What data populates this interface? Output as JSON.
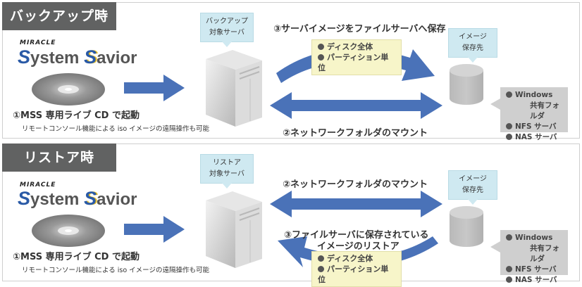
{
  "backup": {
    "header": "バックアップ時",
    "logo_top": "MIRACLE",
    "logo_system": "ystem",
    "logo_savior": "avior",
    "logo_S": "S",
    "step1": "①MSS 専用ライブ CD で起動",
    "step1_sub": "リモートコンソール機能による iso イメージの遠隔操作も可能",
    "server_bubble": [
      "バックアップ",
      "対象サーバ"
    ],
    "image_bubble": [
      "イメージ",
      "保存先"
    ],
    "step3": "③サーバイメージをファイルサーバへ保存",
    "step2": "②ネットワークフォルダのマウント",
    "units": [
      "ディスク全体",
      "パーティション単位"
    ],
    "storage": [
      "Windows",
      "共有フォルダ",
      "NFS サーバ",
      "NAS サーバ"
    ]
  },
  "restore": {
    "header": "リストア時",
    "logo_top": "MIRACLE",
    "logo_system": "ystem",
    "logo_savior": "avior",
    "logo_S": "S",
    "step1": "①MSS 専用ライブ CD で起動",
    "step1_sub": "リモートコンソール機能による iso イメージの遠隔操作も可能",
    "server_bubble": [
      "リストア",
      "対象サーバ"
    ],
    "image_bubble": [
      "イメージ",
      "保存先"
    ],
    "step2": "②ネットワークフォルダのマウント",
    "step3_line1": "③ファイルサーバに保存されている",
    "step3_line2": "イメージのリストア",
    "units": [
      "ディスク全体",
      "パーティション単位"
    ],
    "storage": [
      "Windows",
      "共有フォルダ",
      "NFS サーバ",
      "NAS サーバ"
    ]
  },
  "colors": {
    "arrow": "#4a72b8",
    "header": "#616262",
    "bubble": "#cfe9f1",
    "note": "#f7f5c9",
    "storage_note": "#cfcfcf"
  }
}
